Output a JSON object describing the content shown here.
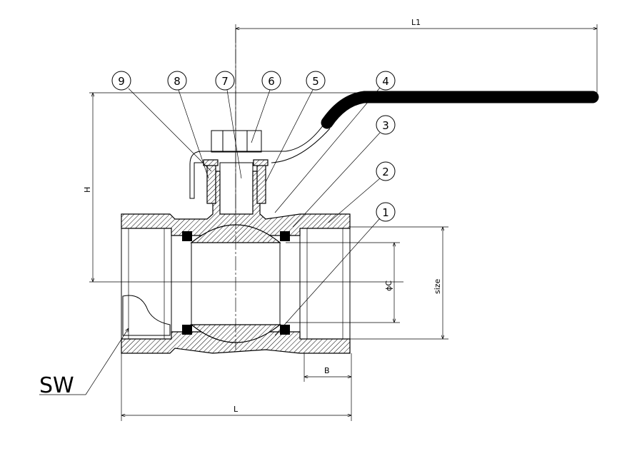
{
  "title": "Ball valve sectional drawing",
  "dimensions": {
    "L1": "L1",
    "H": "H",
    "phiC": "ϕC",
    "size": "size",
    "B": "B",
    "L": "L",
    "SW": "SW"
  },
  "balloons": [
    "1",
    "2",
    "3",
    "4",
    "5",
    "6",
    "7",
    "8",
    "9"
  ],
  "colors": {
    "line": "#000000",
    "background": "#ffffff"
  }
}
